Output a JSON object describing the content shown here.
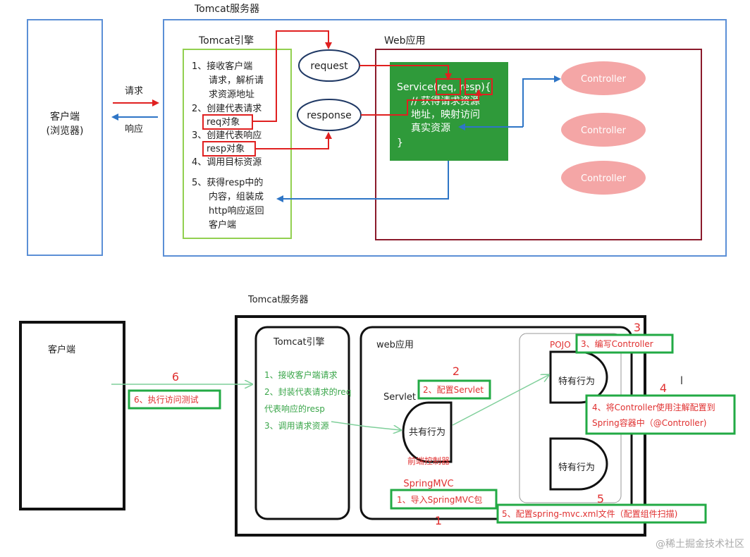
{
  "top": {
    "server_title": "Tomcat服务器",
    "client_line1": "客户端",
    "client_line2": "(浏览器)",
    "request_label": "请求",
    "response_label": "响应",
    "engine_title": "Tomcat引擎",
    "engine_lines": [
      "1、接收客户端",
      "请求，解析请",
      "求资源地址",
      "2、创建代表请求",
      "req对象",
      "3、创建代表响应",
      "resp对象",
      "4、调用目标资源",
      "5、获得resp中的",
      "内容，组装成",
      "http响应返回",
      "客户端"
    ],
    "request_obj": "request",
    "response_obj": "response",
    "webapp_title": "Web应用",
    "service_lines": [
      "Service(req, resp){",
      "// 获得请求资源",
      "地址，映射访问",
      "真实资源",
      "}"
    ],
    "controllers": [
      "Controller",
      "Controller",
      "Controller"
    ]
  },
  "bottom": {
    "server_title": "Tomcat服务器",
    "client": "客户端",
    "engine_title": "Tomcat引擎",
    "engine_lines": [
      "1、接收客户端请求",
      "2、封装代表请求的req",
      "代表响应的resp",
      "3、调用请求资源"
    ],
    "webapp_title": "web应用",
    "servlet_label": "Servlet",
    "common_behavior": "共有行为",
    "front_controller": "前端控制器",
    "springmvc_label": "SpringMVC",
    "pojo_label": "POJO",
    "special_behavior_1": "特有行为",
    "special_behavior_2": "特有行为",
    "steps": [
      {
        "num": "1",
        "text": "1、导入SpringMVC包"
      },
      {
        "num": "2",
        "text": "2、配置Servlet"
      },
      {
        "num": "3",
        "text": "3、编写Controller"
      },
      {
        "num": "4",
        "text_line1": "4、将Controller使用注解配置到",
        "text_line2": "Spring容器中（@Controller)"
      },
      {
        "num": "5",
        "text": "5、配置spring-mvc.xml文件（配置组件扫描)"
      },
      {
        "num": "6",
        "text": "6、执行访问测试"
      }
    ]
  },
  "watermark": "@稀土掘金技术社区",
  "colors": {
    "blue_box": "#5b8fd6",
    "green_box": "#92d050",
    "dark_red": "#8b1a2b",
    "service_green": "#2f9a3a",
    "controller_pink": "#f4a6a6",
    "red": "#e02020",
    "arrow_blue": "#2e75c6",
    "step_green": "#22aa44",
    "step_red": "#e03030",
    "engine_text_green": "#3aa64a"
  }
}
